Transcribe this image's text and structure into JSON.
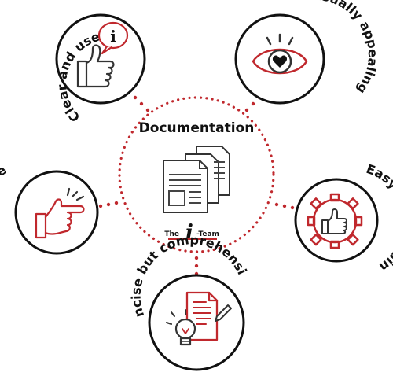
{
  "center": {
    "title": "Documentation",
    "logo_prefix": "The",
    "logo_letter": "i",
    "logo_suffix": "-Team"
  },
  "nodes": [
    {
      "key": "clear",
      "label": "Clear and useful",
      "icon": "thumbs-up-info-icon"
    },
    {
      "key": "visual",
      "label": "Visually appealing",
      "icon": "eye-heart-icon"
    },
    {
      "key": "use",
      "label": "Easy to use",
      "icon": "pointing-hand-icon"
    },
    {
      "key": "maintain",
      "label": "Easy to maintain",
      "icon": "gear-thumbs-up-icon"
    },
    {
      "key": "concise",
      "label": "Concise but comprehensive",
      "icon": "lightbulb-document-icon"
    }
  ],
  "colors": {
    "accent": "#c0282d",
    "ink": "#111111"
  }
}
